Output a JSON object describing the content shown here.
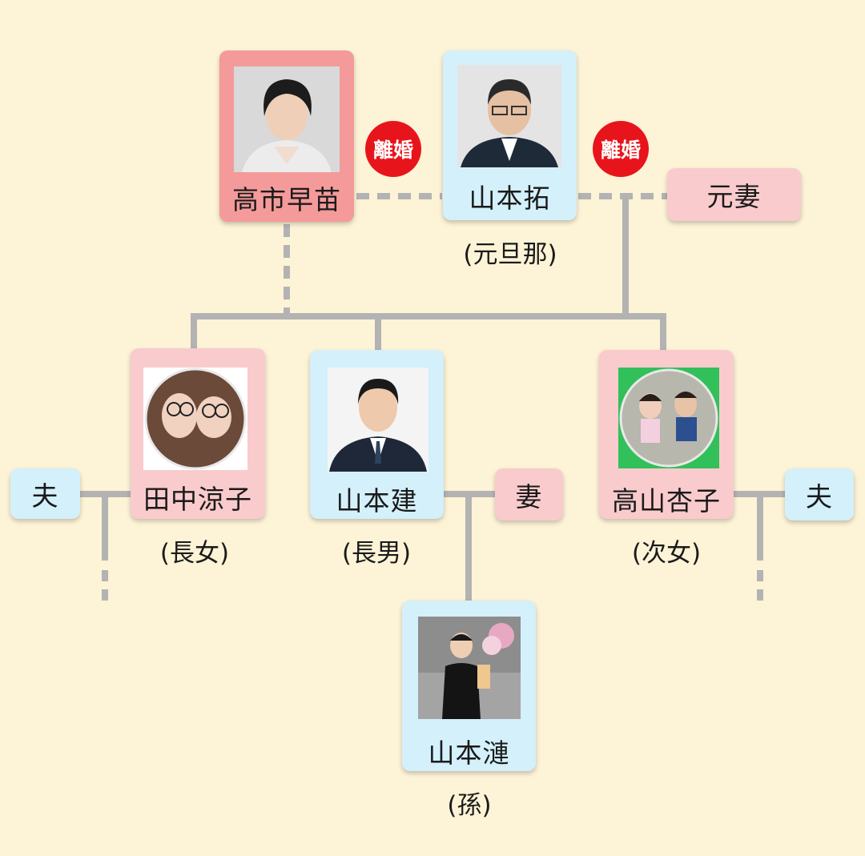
{
  "members": {
    "sanae": {
      "name": "高市早苗"
    },
    "taku": {
      "name": "山本拓",
      "role": "(元旦那)"
    },
    "exwife": {
      "name": "元妻"
    },
    "ryoko": {
      "name": "田中涼子",
      "role": "(長女)"
    },
    "ken": {
      "name": "山本建",
      "role": "(長男)"
    },
    "kyoko": {
      "name": "高山杏子",
      "role": "(次女)"
    },
    "ren": {
      "name": "山本漣",
      "role": "(孫)"
    },
    "husband_left": {
      "name": "夫"
    },
    "wife_ken": {
      "name": "妻"
    },
    "husband_right": {
      "name": "夫"
    }
  },
  "badges": {
    "divorce_1": "離婚",
    "divorce_2": "離婚"
  },
  "colors": {
    "background": "#fdf3d6",
    "female_card": "#f9cbcd",
    "female_card_dark": "#f49a9a",
    "male_card": "#d3f0fb",
    "divorce_badge": "#e8141c",
    "connector": "#b3b3b3"
  }
}
